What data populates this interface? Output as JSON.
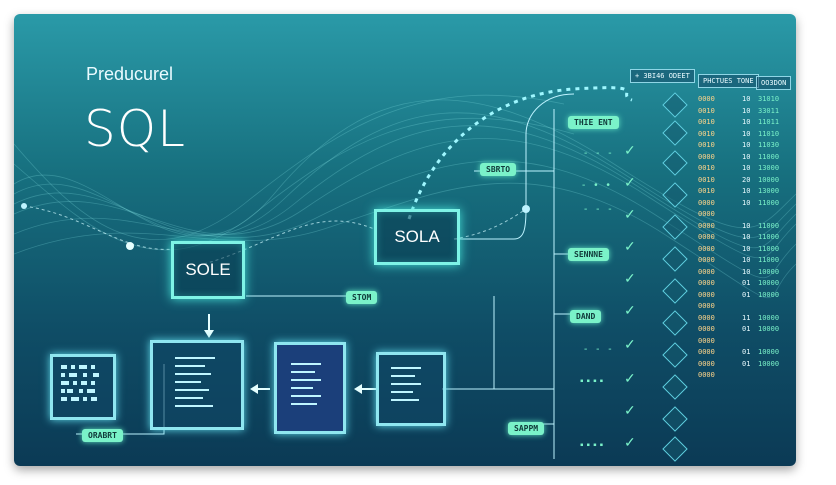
{
  "title_small": "Preducurel",
  "title_big": "SQL",
  "boxes": {
    "sole": "SOLE",
    "sola": "SOLA"
  },
  "tags": {
    "stom": "STOM",
    "sbrto": "SBRTO",
    "thie_ent": "THIE ENT",
    "sennne": "SENNNE",
    "dand": "DAND",
    "sappm": "SAPPM",
    "orabrt": "ORABRT"
  },
  "table_headers": [
    "+ 3BI46 ODEET",
    "PHCTUES TONE",
    "OO3DON"
  ],
  "col_a": [
    "0000",
    "0010",
    "0010",
    "0010",
    "0010",
    "0000",
    "0010",
    "0010",
    "0010",
    "0000",
    "0000",
    "0000",
    "0000",
    "0000",
    "0000",
    "0000",
    "0000",
    "0000",
    "0000",
    "0000",
    "0000",
    "0000",
    "0000",
    "0000",
    "0000"
  ],
  "col_b": [
    "10",
    "10",
    "10",
    "10",
    "10",
    "10",
    "10",
    "20",
    "10",
    "10",
    "",
    "10",
    "10",
    "10",
    "10",
    "10",
    "01",
    "01",
    "",
    "11",
    "01",
    "",
    "01",
    "01",
    ""
  ],
  "col_c": [
    "31010",
    "33011",
    "11011",
    "11010",
    "11030",
    "11000",
    "13000",
    "10000",
    "13000",
    "11000",
    "",
    "11000",
    "11000",
    "11000",
    "11000",
    "10000",
    "10000",
    "10000",
    "",
    "10000",
    "10000",
    "",
    "10000",
    "10000",
    ""
  ],
  "colors": {
    "accent": "#7ef3e6",
    "tag": "#7af2c9"
  }
}
